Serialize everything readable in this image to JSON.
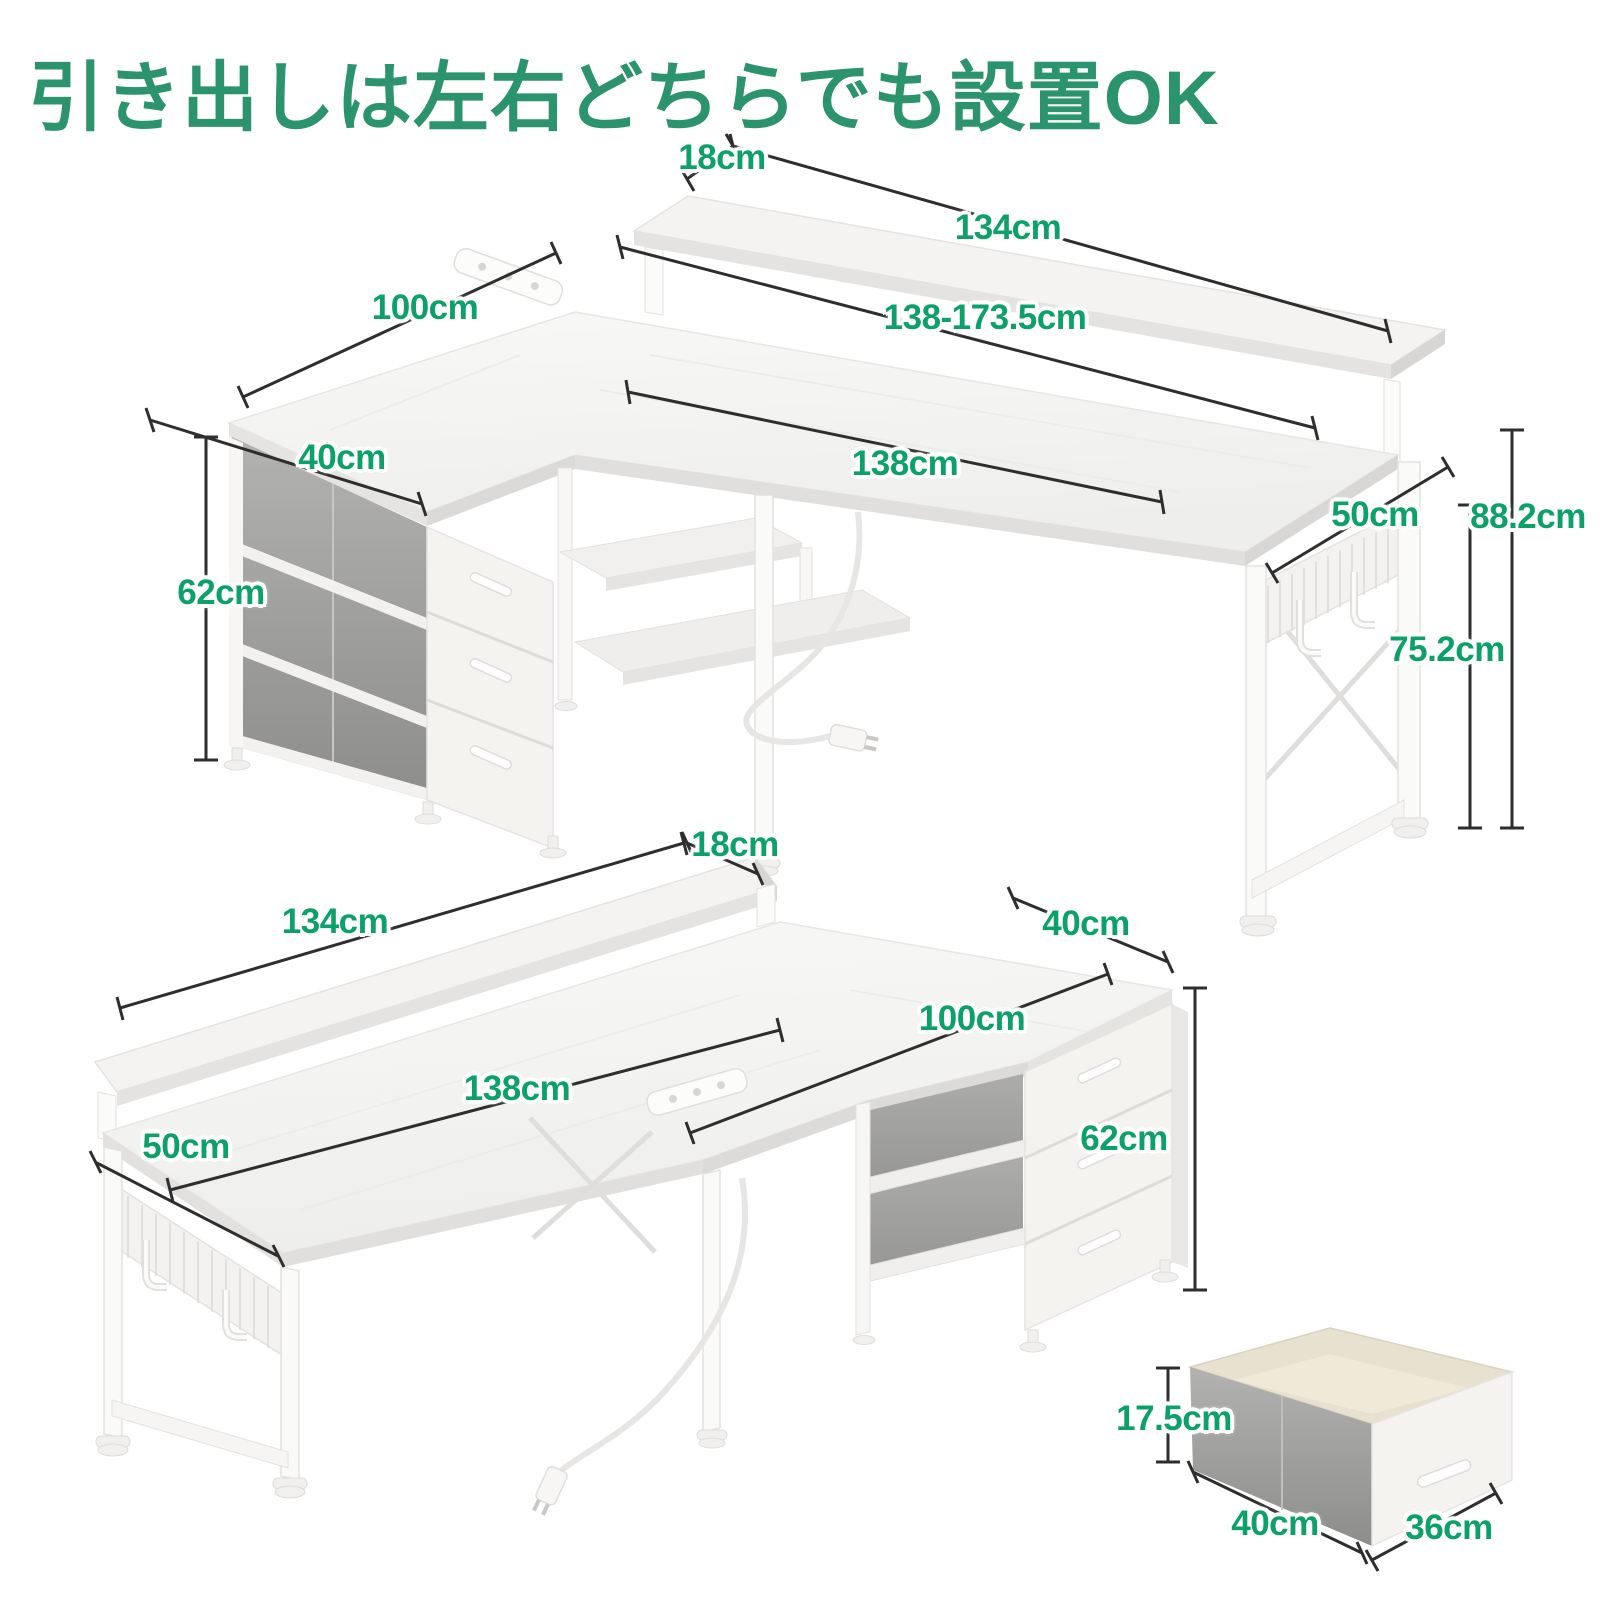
{
  "title": "引き出しは左右どちらでも設置OK",
  "colors": {
    "title_green": "#2C946C",
    "label_green": "#0DA169",
    "line_dark": "#2E2E2E"
  },
  "top_view": {
    "description": "desk-with-drawers-on-left",
    "labels": {
      "riser_depth": "18cm",
      "riser_length": "134cm",
      "return_length": "100cm",
      "extendable_width": "138-173.5cm",
      "drawer_width": "40cm",
      "desk_length": "138cm",
      "desk_depth": "50cm",
      "total_height": "88.2cm",
      "drawer_height": "62cm",
      "desk_height": "75.2cm"
    }
  },
  "bottom_view": {
    "description": "desk-with-drawers-on-right",
    "labels": {
      "riser_depth": "18cm",
      "riser_length": "134cm",
      "drawer_width": "40cm",
      "return_length": "100cm",
      "desk_length": "138cm",
      "desk_depth": "50cm",
      "drawer_height": "62cm"
    }
  },
  "drawer_box": {
    "description": "fabric-drawer-box-detail",
    "labels": {
      "height": "17.5cm",
      "depth": "40cm",
      "width": "36cm"
    }
  }
}
